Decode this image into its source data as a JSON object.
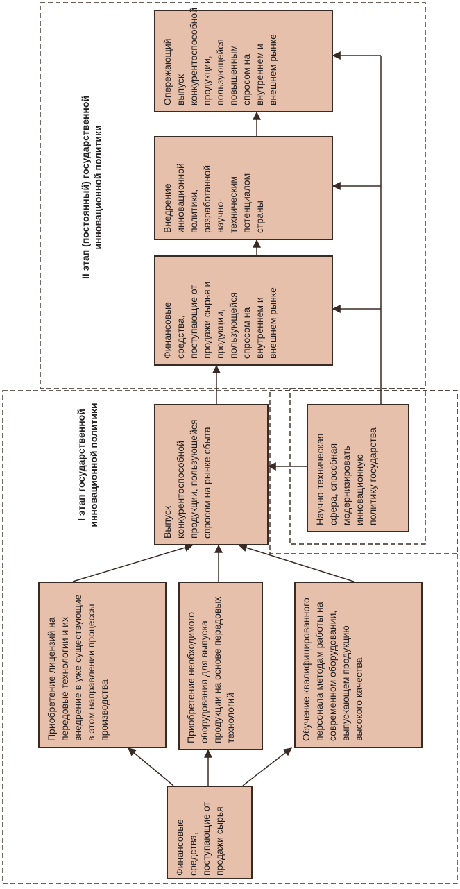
{
  "stage1": {
    "title": "I этап государственной инновационной политики"
  },
  "stage2": {
    "title": "II этап (постоянный) государственной инновационной политики"
  },
  "boxes": {
    "funds_raw": "Финансовые средства, поступающие от продажи сырья",
    "licenses": "Приобретение лицензий на передовые технологии и их внедрение в уже существующие в этом направлении процессы производства",
    "equipment": "Приобретение необходимого оборудования для выпуска продукции на основе передовых технологий",
    "training": "Обучение квалифицированного персонала методам работы на современном оборудовании, выпускающем продукцию высокого качества",
    "output1": "Выпуск конкурентоспособной продукции, пользующейся спросом на рынке сбыта",
    "science": "Научно-техническая сфера, способная модернизировать инновационную политику государства",
    "funds2": "Финансовые средства, поступающие от продажи сырья и продукции, пользующейся спросом на внутреннем и внешнем рынке",
    "implementation": "Внедрение инновационной политики, разработанной научно-техническим потенциалом страны",
    "advanced_output": "Опережающий выпуск конкурентоспособной продукции, пользующейся повышенным спросом на внутреннем и внешнем рынке"
  },
  "colors": {
    "box_fill": "#e7c0ac",
    "stroke": "#3a2a24"
  }
}
